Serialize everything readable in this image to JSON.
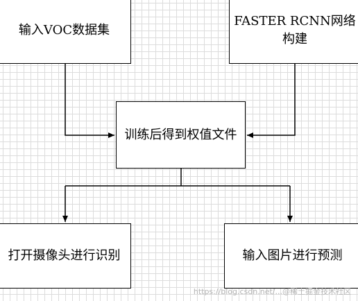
{
  "nodes": {
    "voc": "输入VOC数据集",
    "rcnn": "FASTER RCNN网络构建",
    "train": "训练后得到权值文件",
    "camera": "打开摄像头进行识别",
    "image": "输入图片进行预测"
  },
  "watermark": "https://blog.csdn.net/...@稀土掘金技术社区",
  "colors": {
    "stroke": "#000000",
    "grid": "#dcdcdc",
    "background": "#ffffff"
  }
}
